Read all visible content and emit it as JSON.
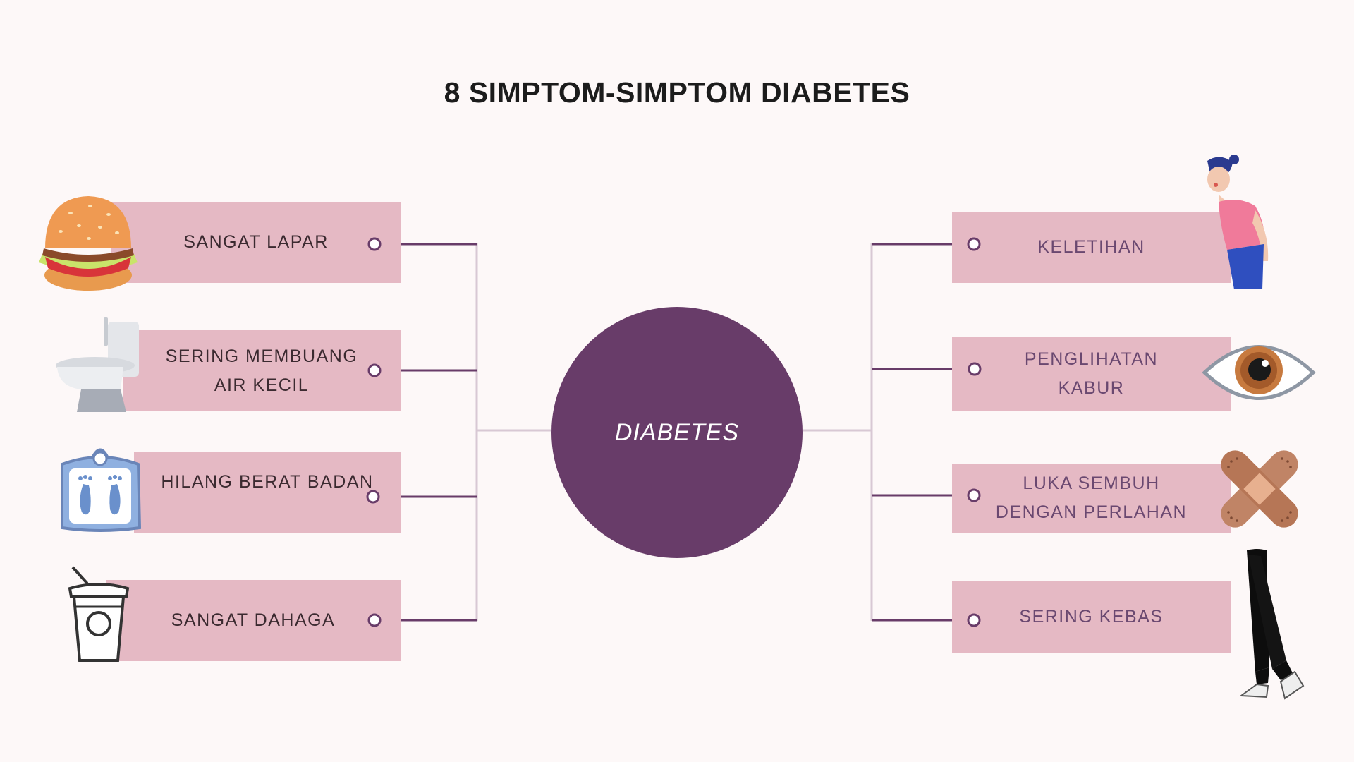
{
  "title": "8 SIMPTOM-SIMPTOM DIABETES",
  "center": {
    "label": "DIABETES",
    "color": "#683c69"
  },
  "colors": {
    "box": "#e5b9c4",
    "line": "#683c69",
    "hub_line": "#d8c8d4",
    "background": "#fdf8f8"
  },
  "symptoms_left": [
    {
      "lines": [
        "SANGAT LAPAR"
      ],
      "icon": "burger-icon"
    },
    {
      "lines": [
        "SERING MEMBUANG",
        "AIR KECIL"
      ],
      "icon": "toilet-icon"
    },
    {
      "lines": [
        "HILANG BERAT BADAN"
      ],
      "icon": "weighing-scale-icon"
    },
    {
      "lines": [
        "SANGAT DAHAGA"
      ],
      "icon": "drink-cup-icon"
    }
  ],
  "symptoms_right": [
    {
      "lines": [
        "KELETIHAN"
      ],
      "icon": "tired-person-icon"
    },
    {
      "lines": [
        "PENGLIHATAN",
        "KABUR"
      ],
      "icon": "eye-icon"
    },
    {
      "lines": [
        "LUKA SEMBUH",
        "DENGAN PERLAHAN"
      ],
      "icon": "bandage-icon"
    },
    {
      "lines": [
        "SERING KEBAS"
      ],
      "icon": "legs-icon"
    }
  ]
}
